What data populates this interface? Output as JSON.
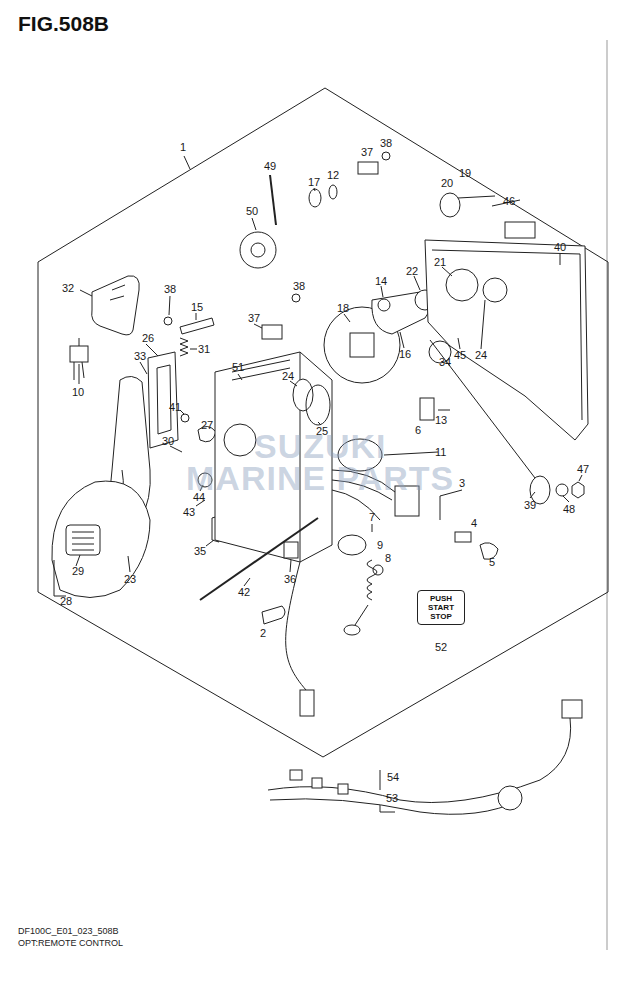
{
  "diagram": {
    "title": "FIG.508B",
    "caption": "OPT:REMOTE CONTROL",
    "nodes": [
      {
        "text": [
          "PUSH START STOP"
        ]
      }
    ],
    "labels": [
      "1",
      "38",
      "37",
      "49",
      "17",
      "12",
      "19",
      "20",
      "46",
      "50",
      "40",
      "32",
      "38",
      "15",
      "37",
      "38",
      "18",
      "14",
      "22",
      "21",
      "26",
      "31",
      "33",
      "10",
      "51",
      "24",
      "16",
      "45",
      "24",
      "34",
      "13",
      "6",
      "41",
      "27",
      "25",
      "11",
      "30",
      "44",
      "43",
      "3",
      "39",
      "48",
      "47",
      "35",
      "7",
      "4",
      "9",
      "5",
      "8",
      "23",
      "29",
      "28",
      "36",
      "42",
      "2",
      "52",
      "54",
      "53",
      "DF100C_E01_023_508B",
      "SUZUKI",
      "MARINE PARTS"
    ]
  }
}
